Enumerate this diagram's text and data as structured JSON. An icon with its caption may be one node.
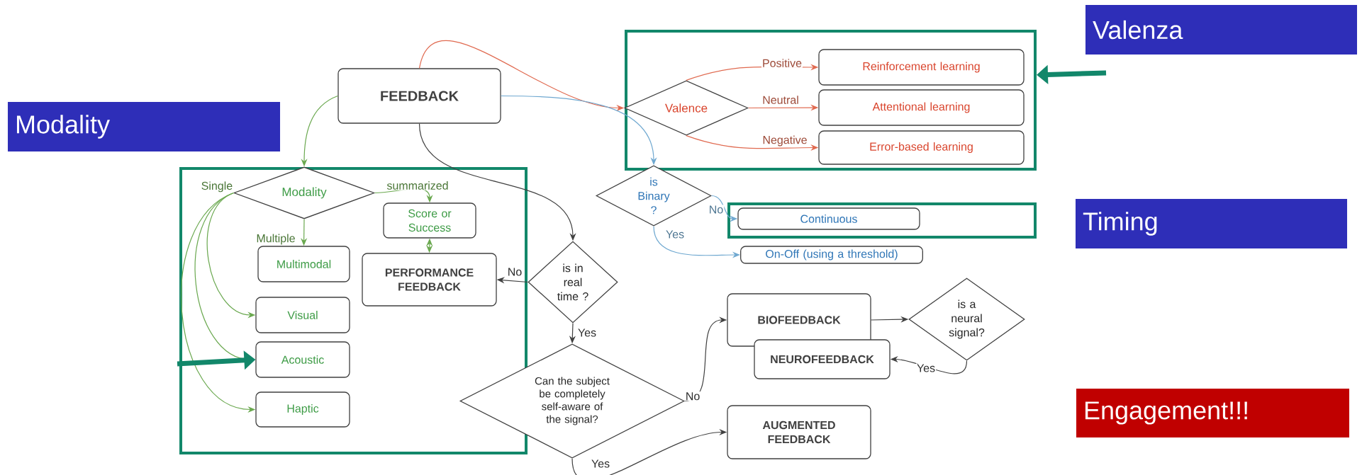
{
  "diagram": {
    "nodes": [
      {
        "text": [
          "FEEDBACK"
        ]
      },
      {
        "text": [
          "Modality"
        ]
      },
      {
        "text": [],
        "shape": "box"
      },
      {
        "text": [
          "Valence"
        ],
        "in": 2
      },
      {
        "text": [
          "Reinforcement learning"
        ],
        "in": 2
      },
      {
        "text": [
          "Attentional learning"
        ],
        "in": 2
      },
      {
        "text": [
          "Error-based learning"
        ],
        "in": 2
      },
      {
        "text": [
          "Valenza"
        ]
      },
      {
        "text": [],
        "shape": "box"
      },
      {
        "text": [
          "Modality"
        ],
        "in": 8
      },
      {
        "text": [
          "Score or Success"
        ],
        "in": 8
      },
      {
        "text": [
          "Multimodal"
        ],
        "in": 8
      },
      {
        "text": [
          "PERFORMANCE FEEDBACK"
        ],
        "in": 8
      },
      {
        "text": [
          "Visual"
        ],
        "in": 8
      },
      {
        "text": [
          "Acoustic"
        ],
        "in": 8
      },
      {
        "text": [
          "Haptic"
        ],
        "in": 8
      },
      {
        "text": [
          "is Binary ?"
        ]
      },
      {
        "text": [],
        "shape": "box"
      },
      {
        "text": [
          "Continuous"
        ],
        "in": 17
      },
      {
        "text": [
          "On-Off (using a threshold)"
        ]
      },
      {
        "text": [
          "Timing"
        ]
      },
      {
        "text": [
          "is in real time ?"
        ]
      },
      {
        "text": [
          "Can the subject be completely self-aware of the signal?"
        ]
      },
      {
        "text": [
          "BIOFEEDBACK"
        ]
      },
      {
        "text": [
          "NEUROFEEDBACK"
        ]
      },
      {
        "text": [
          "is a neural signal?"
        ]
      },
      {
        "text": [
          "AUGMENTED FEEDBACK"
        ]
      },
      {
        "text": [
          "Engagement!!!"
        ]
      }
    ],
    "edges": [
      {
        "from": 0,
        "to": 9,
        "arrow": "to",
        "color": "#6aa84f"
      },
      {
        "from": 0,
        "to": 3,
        "arrow": "to",
        "color": "#e06a50"
      },
      {
        "from": 0,
        "to": 16,
        "arrow": "to",
        "color": "#6fa8d0"
      },
      {
        "from": 0,
        "to": 21,
        "arrow": "to",
        "color": "#404040"
      },
      {
        "from": 9,
        "to": 10,
        "arrow": "to",
        "label": "summarized",
        "color": "#6aa84f"
      },
      {
        "from": 9,
        "to": 11,
        "arrow": "to",
        "label": "Multiple",
        "color": "#6aa84f"
      },
      {
        "from": 9,
        "to": 13,
        "arrow": "to",
        "label": "Single",
        "color": "#6aa84f"
      },
      {
        "from": 9,
        "to": 14,
        "arrow": "to",
        "color": "#6aa84f"
      },
      {
        "from": 9,
        "to": 15,
        "arrow": "to",
        "color": "#6aa84f"
      },
      {
        "from": 10,
        "to": 12,
        "arrow": "both",
        "color": "#6aa84f"
      },
      {
        "from": 21,
        "to": 12,
        "arrow": "to",
        "label": "No",
        "color": "#404040"
      },
      {
        "from": 21,
        "to": 22,
        "arrow": "to",
        "label": "Yes",
        "color": "#404040"
      },
      {
        "from": 3,
        "to": 4,
        "arrow": "to",
        "label": "Positive",
        "color": "#e06a50"
      },
      {
        "from": 3,
        "to": 5,
        "arrow": "to",
        "label": "Neutral",
        "color": "#e06a50"
      },
      {
        "from": 3,
        "to": 6,
        "arrow": "to",
        "label": "Negative",
        "color": "#e06a50"
      },
      {
        "from": 16,
        "to": 18,
        "arrow": "to",
        "label": "No",
        "color": "#6fa8d0"
      },
      {
        "from": 16,
        "to": 19,
        "arrow": "to",
        "label": "Yes",
        "color": "#6fa8d0"
      },
      {
        "from": 22,
        "to": 23,
        "arrow": "to",
        "label": "No",
        "color": "#404040"
      },
      {
        "from": 22,
        "to": 26,
        "arrow": "to",
        "label": "Yes",
        "color": "#404040"
      },
      {
        "from": 23,
        "to": 25,
        "arrow": "to",
        "color": "#404040"
      },
      {
        "from": 25,
        "to": 24,
        "arrow": "to",
        "label": "Yes",
        "color": "#404040"
      },
      {
        "from": null,
        "to": 14,
        "arrow": "to",
        "style": "thick",
        "color": "#12876a"
      },
      {
        "from": null,
        "to": 2,
        "arrow": "to",
        "style": "thick",
        "color": "#12876a"
      }
    ]
  }
}
